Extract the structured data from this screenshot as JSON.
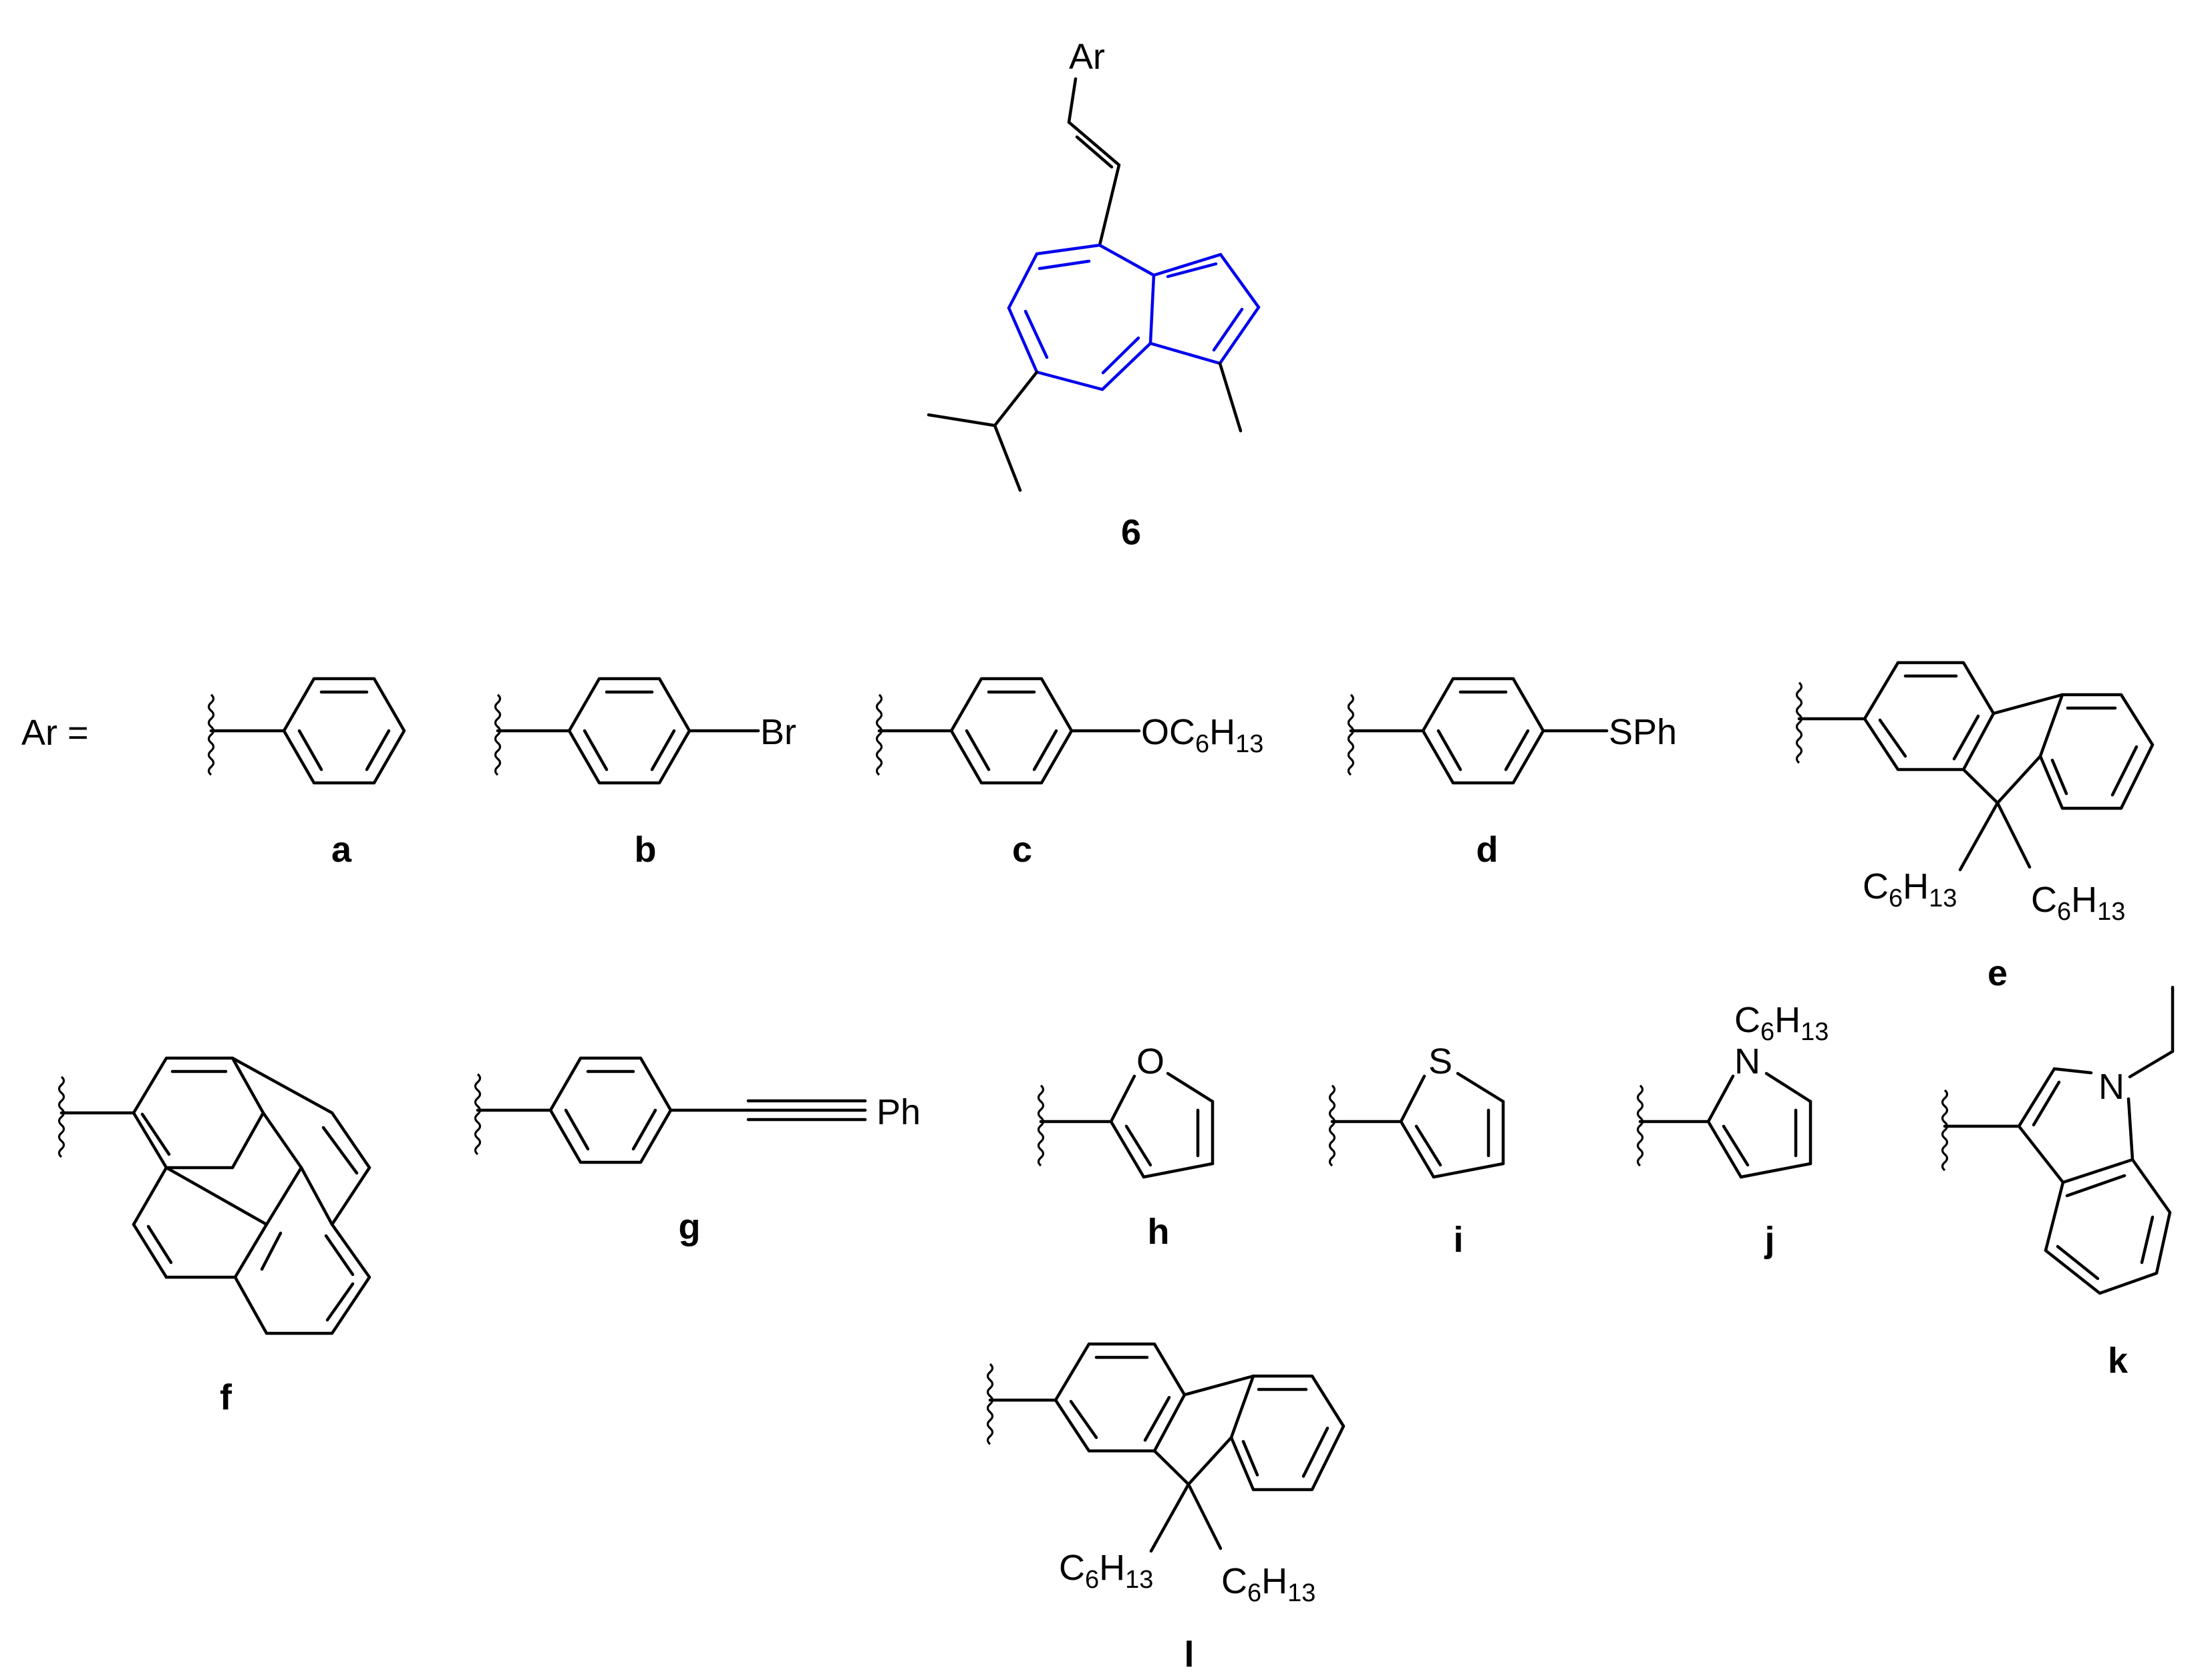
{
  "scheme": {
    "core": {
      "compound_label": "6",
      "substituent_label": "Ar",
      "ring_color": "#0000ee"
    },
    "ar_prefix": "Ar =",
    "atoms": {
      "br": "Br",
      "ph": "Ph",
      "o": "O",
      "s": "S",
      "n": "N"
    },
    "groups": {
      "oc6h13": [
        "OC",
        "6",
        "H",
        "13"
      ],
      "sph": "SPh",
      "c6h13": [
        "C",
        "6",
        "H",
        "13"
      ]
    },
    "compounds": [
      {
        "id": "a",
        "label": "a"
      },
      {
        "id": "b",
        "label": "b"
      },
      {
        "id": "c",
        "label": "c"
      },
      {
        "id": "d",
        "label": "d"
      },
      {
        "id": "e",
        "label": "e"
      },
      {
        "id": "f",
        "label": "f"
      },
      {
        "id": "g",
        "label": "g"
      },
      {
        "id": "h",
        "label": "h"
      },
      {
        "id": "i",
        "label": "i"
      },
      {
        "id": "j",
        "label": "j"
      },
      {
        "id": "k",
        "label": "k"
      },
      {
        "id": "l",
        "label": "l"
      }
    ]
  }
}
